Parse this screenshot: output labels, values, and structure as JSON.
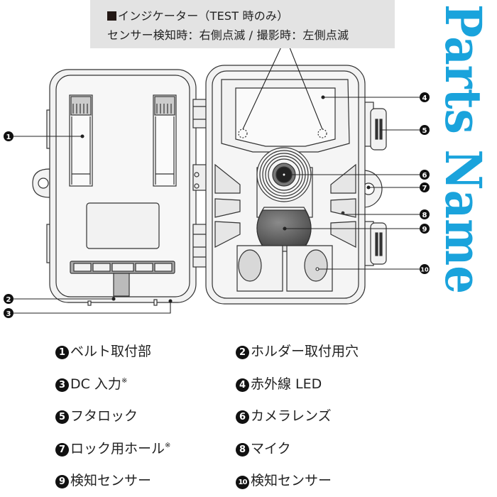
{
  "indicator": {
    "heading": "インジケーター（TEST 時のみ）",
    "description": "センサー検知時：右側点滅 / 撮影時：左側点滅"
  },
  "title": "Parts Name",
  "colors": {
    "title": "#1aa3dc",
    "indicator_bg": "#e3e3e3",
    "badge": "#111111",
    "device_fill": "#f2f2f2",
    "device_stroke": "#333333"
  },
  "callouts": [
    "1",
    "2",
    "3",
    "4",
    "5",
    "6",
    "7",
    "8",
    "9",
    "10"
  ],
  "parts": [
    {
      "num": "1",
      "label": "ベルト取付部",
      "note": ""
    },
    {
      "num": "2",
      "label": "ホルダー取付用穴",
      "note": ""
    },
    {
      "num": "3",
      "label": "DC 入力",
      "note": "※"
    },
    {
      "num": "4",
      "label": "赤外線 LED",
      "note": ""
    },
    {
      "num": "5",
      "label": "フタロック",
      "note": ""
    },
    {
      "num": "6",
      "label": "カメラレンズ",
      "note": ""
    },
    {
      "num": "7",
      "label": "ロック用ホール",
      "note": "※"
    },
    {
      "num": "8",
      "label": "マイク",
      "note": ""
    },
    {
      "num": "9",
      "label": "検知センサー",
      "note": ""
    },
    {
      "num": "10",
      "label": "検知センサー",
      "note": ""
    }
  ]
}
